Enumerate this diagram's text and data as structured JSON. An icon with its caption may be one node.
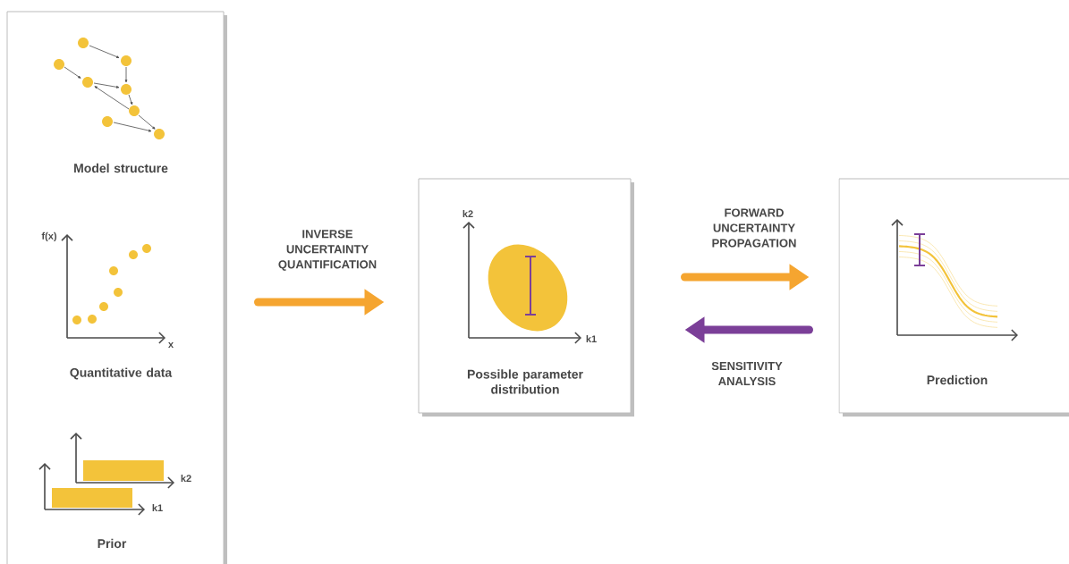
{
  "diagram": {
    "nodes": [
      {
        "text": [
          "Model structure",
          "Quantitative data",
          "Prior"
        ]
      },
      {
        "text": [
          "Possible parameter distribution"
        ]
      },
      {
        "text": [
          "Prediction"
        ]
      }
    ],
    "edges": [
      {
        "from": 0,
        "to": 1,
        "arrow": "to",
        "label": "INVERSE UNCERTAINTY QUANTIFICATION"
      },
      {
        "from": 1,
        "to": 2,
        "arrow": "to",
        "label": "FORWARD UNCERTAINTY PROPAGATION"
      },
      {
        "from": 2,
        "to": 1,
        "arrow": "to",
        "label": "SENSITIVITY ANALYSIS",
        "color": "#7b3f98"
      }
    ],
    "labels": [
      "f(x)",
      "x",
      "k2",
      "k1",
      "k2",
      "k1"
    ]
  }
}
